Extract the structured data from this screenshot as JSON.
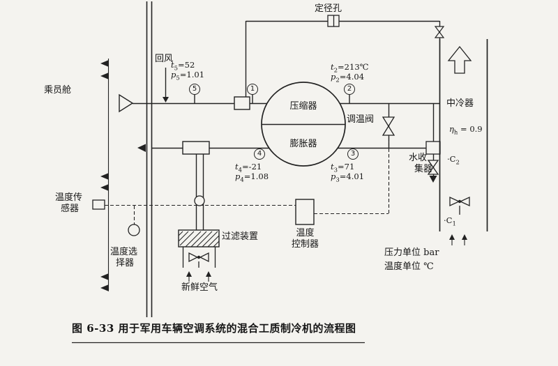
{
  "figure_caption": "图 6-33  用于军用车辆空调系统的混合工质制冷机的流程图",
  "units_note": {
    "pressure": "压力单位 bar",
    "temperature": "温度单位 ℃"
  },
  "components": {
    "orifice": "定径孔",
    "return_air": "回风",
    "crew_cabin": "乘员舱",
    "compressor": "压缩器",
    "expander": "膨胀器",
    "temp_regulating_valve": "调温阀",
    "intercooler": "中冷器",
    "water_collector": {
      "line1": "水收",
      "line2": "集器"
    },
    "temp_sensor": {
      "line1": "温度传",
      "line2": "感器"
    },
    "temp_controller": {
      "line1": "温度",
      "line2": "控制器"
    },
    "temp_selector": {
      "line1": "温度选",
      "line2": "择器"
    },
    "filter_device": "过滤装置",
    "fresh_air": "新鲜空气"
  },
  "intercooler_efficiency": {
    "symbol": "η",
    "sub": "h",
    "value": " = 0.9"
  },
  "air_markers": {
    "c2": {
      "text": "·C",
      "sub": "2"
    },
    "c1": {
      "text": "·C",
      "sub": "1"
    }
  },
  "state_points": {
    "p1": "1",
    "p2": "2",
    "p3": "3",
    "p4": "4",
    "p5": "5"
  },
  "state_values": {
    "s5": {
      "t_sym": "t",
      "t_sub": "5",
      "t_rest": "=52",
      "p_sym": "p",
      "p_sub": "5",
      "p_rest": "=1.01"
    },
    "s2": {
      "t_sym": "t",
      "t_sub": "2",
      "t_rest": "=213℃",
      "p_sym": "p",
      "p_sub": "2",
      "p_rest": "=4.04"
    },
    "s4": {
      "t_sym": "t",
      "t_sub": "4",
      "t_rest": "=-21",
      "p_sym": "p",
      "p_sub": "4",
      "p_rest": "=1.08"
    },
    "s3": {
      "t_sym": "t",
      "t_sub": "3",
      "t_rest": "=71",
      "p_sym": "p",
      "p_sub": "3",
      "p_rest": "=4.01"
    }
  }
}
